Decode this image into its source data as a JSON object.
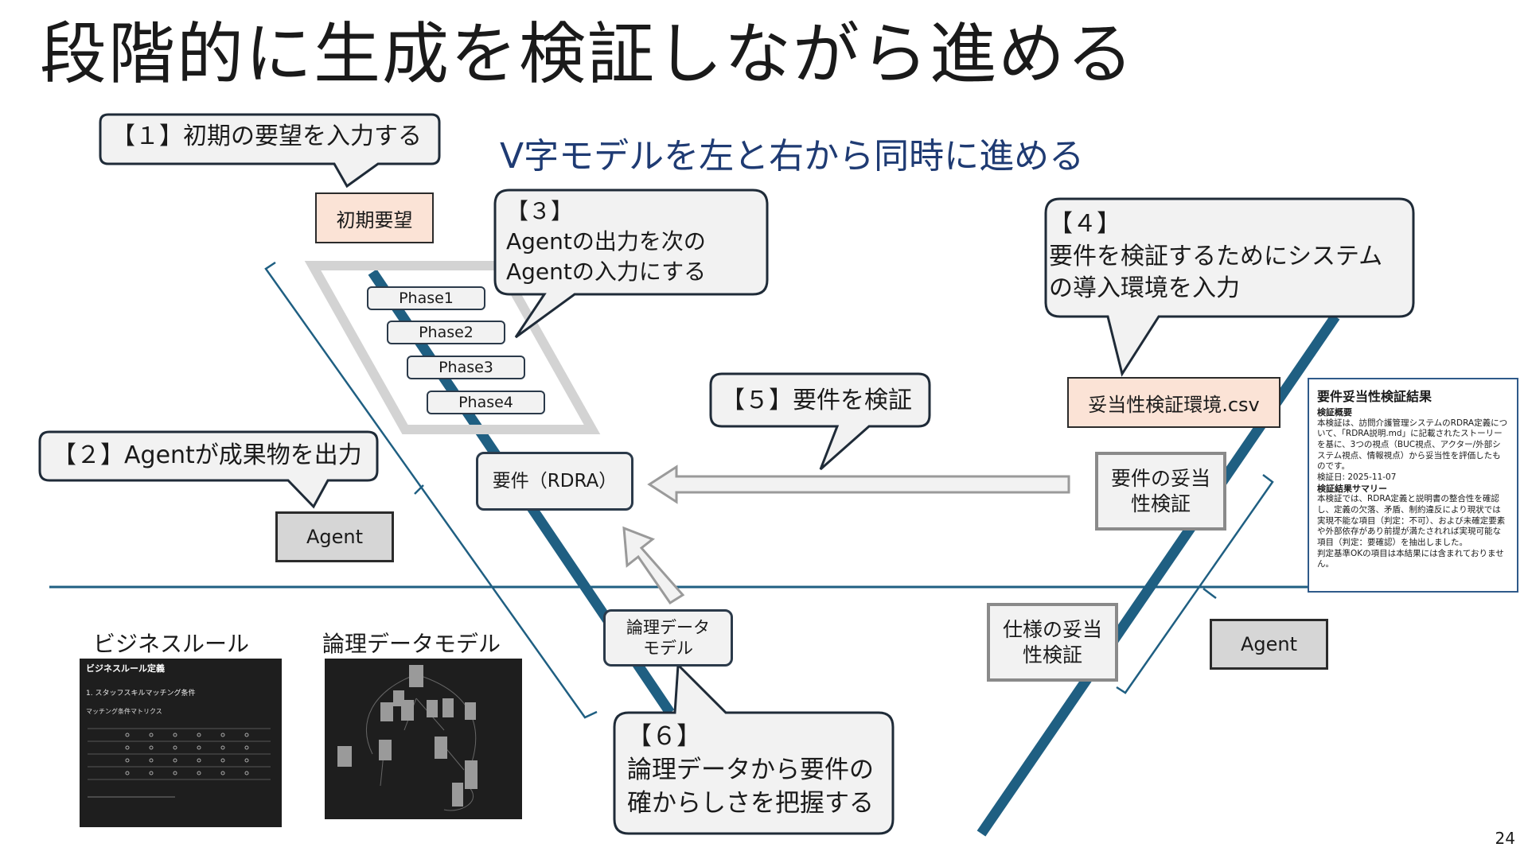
{
  "title": "段階的に生成を検証しながら進める",
  "subtitle": "V字モデルを左と右から同時に進める",
  "callouts": {
    "c1": "【１】初期の要望を入力する",
    "c2": "【２】Agentが成果物を出力",
    "c3": "【３】\nAgentの出力を次の\nAgentの入力にする",
    "c4": "【４】\n要件を検証するためにシステム\nの導入環境を入力",
    "c5": "【５】要件を検証",
    "c6": "【６】\n論理データから要件の\n確からしさを把握する"
  },
  "boxes": {
    "initial_request": "初期要望",
    "agent_left": "Agent",
    "agent_right": "Agent",
    "requirements": "要件（RDRA）",
    "logical_data": "論理データ\nモデル",
    "env_csv": "妥当性検証環境.csv",
    "req_validity": "要件の妥当\n性検証",
    "spec_validity": "仕様の妥当\n性検証"
  },
  "phases": [
    "Phase1",
    "Phase2",
    "Phase3",
    "Phase4"
  ],
  "thumbnails": {
    "business_rule_label": "ビジネスルール",
    "logical_model_label": "論理データモデル",
    "business_rule_heading": "ビジネスルール定義",
    "business_rule_section": "1. スタッフスキルマッチング条件",
    "business_rule_table": "マッチング条件マトリクス"
  },
  "result": {
    "heading": "要件妥当性検証結果",
    "summary_title": "検証概要",
    "summary_body": "本検証は、訪問介護管理システムのRDRA定義について、「RDRA説明.md」に記載されたストーリーを基に、3つの視点（BUC視点、アクター/外部システム視点、情報視点）から妥当性を評価したものです。",
    "date": "検証日: 2025-11-07",
    "result_title": "検証結果サマリー",
    "result_body": "本検証では、RDRA定義と説明書の整合性を確認し、定義の欠落、矛盾、制約違反により現状では実現不能な項目（判定：不可）、および未確定要素や外部依存があり前提が満たされれば実現可能な項目（判定：要確認）を抽出しました。",
    "note": "判定基準OKの項目は本結果には含まれておりません。"
  },
  "page_number": "24",
  "colors": {
    "accent_line": "#1f5f82",
    "subtitle": "#1f3b73",
    "peach": "#fbe3d6"
  }
}
